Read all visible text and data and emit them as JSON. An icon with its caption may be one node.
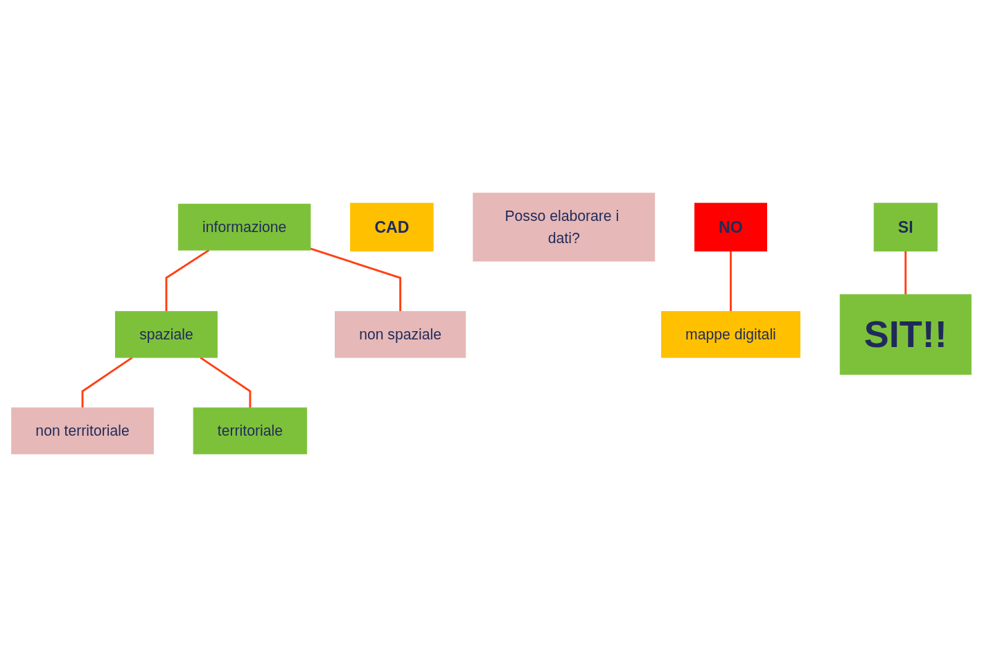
{
  "diagram": {
    "nodes": [
      {
        "text": [
          "informazione"
        ]
      },
      {
        "text": [
          "spaziale"
        ]
      },
      {
        "text": [
          "non spaziale"
        ]
      },
      {
        "text": [
          "non territoriale"
        ]
      },
      {
        "text": [
          "CAD"
        ]
      },
      {
        "text": [
          "territoriale"
        ]
      },
      {
        "text": [
          "Posso elaborare i dati?"
        ]
      },
      {
        "text": [
          "SI"
        ]
      },
      {
        "text": [
          "NO"
        ]
      },
      {
        "text": [
          "mappe digitali"
        ]
      },
      {
        "text": [
          "SIT!!"
        ]
      }
    ],
    "edges": [
      {
        "from": 0,
        "to": 1,
        "arrow": "none"
      },
      {
        "from": 0,
        "to": 2,
        "arrow": "none"
      },
      {
        "from": 1,
        "to": 3,
        "arrow": "none"
      },
      {
        "from": 1,
        "to": 5,
        "arrow": "none"
      },
      {
        "from": 7,
        "to": 10,
        "arrow": "none"
      },
      {
        "from": 8,
        "to": 9,
        "arrow": "none"
      }
    ]
  }
}
